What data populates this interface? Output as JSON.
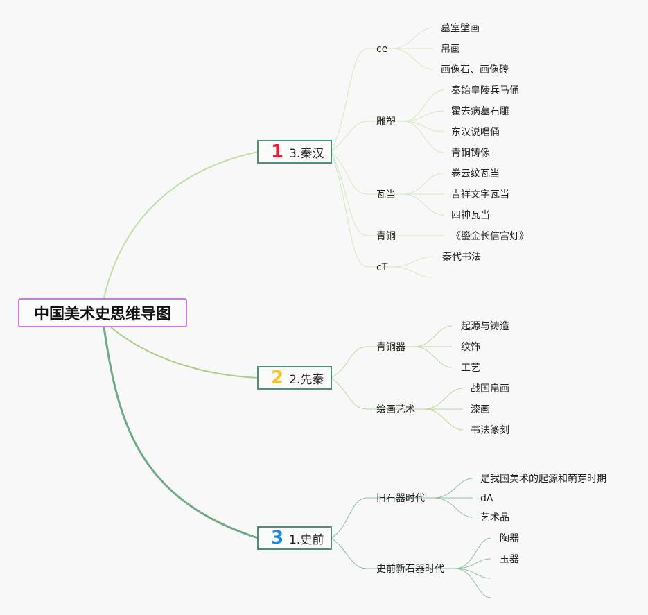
{
  "root": {
    "label": "中国美术史思维导图"
  },
  "branches": {
    "b3": {
      "num": "1",
      "label": "3.秦汉",
      "num_color": "#e0253b"
    },
    "b2": {
      "num": "2",
      "label": "2.先秦",
      "num_color": "#f4c430"
    },
    "b1": {
      "num": "3",
      "label": "1.史前",
      "num_color": "#1e88d8"
    }
  },
  "qinhan": {
    "ce": {
      "label": "ce",
      "items": [
        "墓室壁画",
        "帛画",
        "画像石、画像砖"
      ]
    },
    "sculpture": {
      "label": "雕塑",
      "items": [
        "秦始皇陵兵马俑",
        "霍去病墓石雕",
        "东汉说唱俑",
        "青铜铸像"
      ]
    },
    "tiles": {
      "label": "瓦当",
      "items": [
        "卷云纹瓦当",
        "吉祥文字瓦当",
        "四神瓦当"
      ]
    },
    "bronze": {
      "label": "青铜",
      "items": [
        "《鎏金长信宫灯》"
      ]
    },
    "ct": {
      "label": "cT",
      "items": [
        "秦代书法"
      ]
    }
  },
  "xianqin": {
    "bronze": {
      "label": "青铜器",
      "items": [
        "起源与铸造",
        "纹饰",
        "工艺"
      ]
    },
    "painting": {
      "label": "绘画艺术",
      "items": [
        "战国帛画",
        "漆画",
        "书法篆刻"
      ]
    }
  },
  "shiqian": {
    "paleolithic": {
      "label": "旧石器时代",
      "items": [
        "是我国美术的起源和萌芽时期",
        "dA",
        "艺术品"
      ]
    },
    "neolithic": {
      "label": "史前新石器时代",
      "items": [
        "陶器",
        "玉器"
      ]
    }
  },
  "colors": {
    "root_border": "#c77fd8",
    "branch_border": "#4e8f78",
    "line_qinhan": "#bfe0a0",
    "line_xianqin": "#a8cf82",
    "line_shiqian": "#7db38f"
  }
}
